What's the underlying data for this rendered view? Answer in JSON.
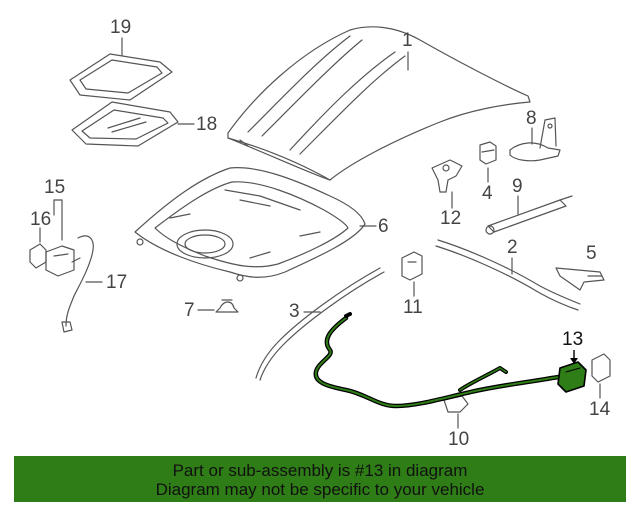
{
  "diagram": {
    "highlighted_part": "13",
    "highlight_color": "#2e7d16",
    "line_color": "#555555",
    "callouts": [
      "1",
      "2",
      "3",
      "4",
      "5",
      "6",
      "7",
      "8",
      "9",
      "10",
      "11",
      "12",
      "13",
      "14",
      "15",
      "16",
      "17",
      "18",
      "19"
    ]
  },
  "banner": {
    "line1": "Part or sub-assembly is #13 in diagram",
    "line2": "Diagram may not be specific to your vehicle",
    "background": "#2e7d16"
  }
}
